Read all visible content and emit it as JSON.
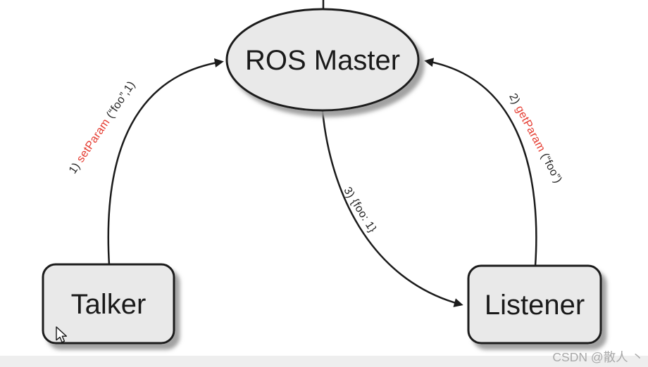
{
  "diagram": {
    "title_hint": "ROS parameter server communication diagram",
    "colors": {
      "node_fill": "#e9e9e9",
      "node_stroke": "#1a1a1a",
      "edge_stroke": "#1b1b1b",
      "label_red": "#e53c31",
      "label_black": "#232323"
    },
    "nodes": {
      "master": {
        "label": "ROS Master",
        "shape": "ellipse"
      },
      "talker": {
        "label": "Talker",
        "shape": "rounded-rect"
      },
      "listener": {
        "label": "Listener",
        "shape": "rounded-rect"
      }
    },
    "edges": [
      {
        "prefix": "1) ",
        "call": "setParam",
        "args": " (“foo”,1)",
        "from": "Talker",
        "to": "ROS Master"
      },
      {
        "prefix": "2) ",
        "call": "getParam",
        "args": " (“foo”)",
        "from": "Listener",
        "to": "ROS Master"
      },
      {
        "text": "3) {foo: 1}",
        "from": "ROS Master",
        "to": "Listener"
      }
    ],
    "icons": {
      "cursor": "mouse-pointer-icon"
    }
  },
  "watermark": {
    "text": "CSDN @散人 丶",
    "color": "#a8a8a8"
  }
}
